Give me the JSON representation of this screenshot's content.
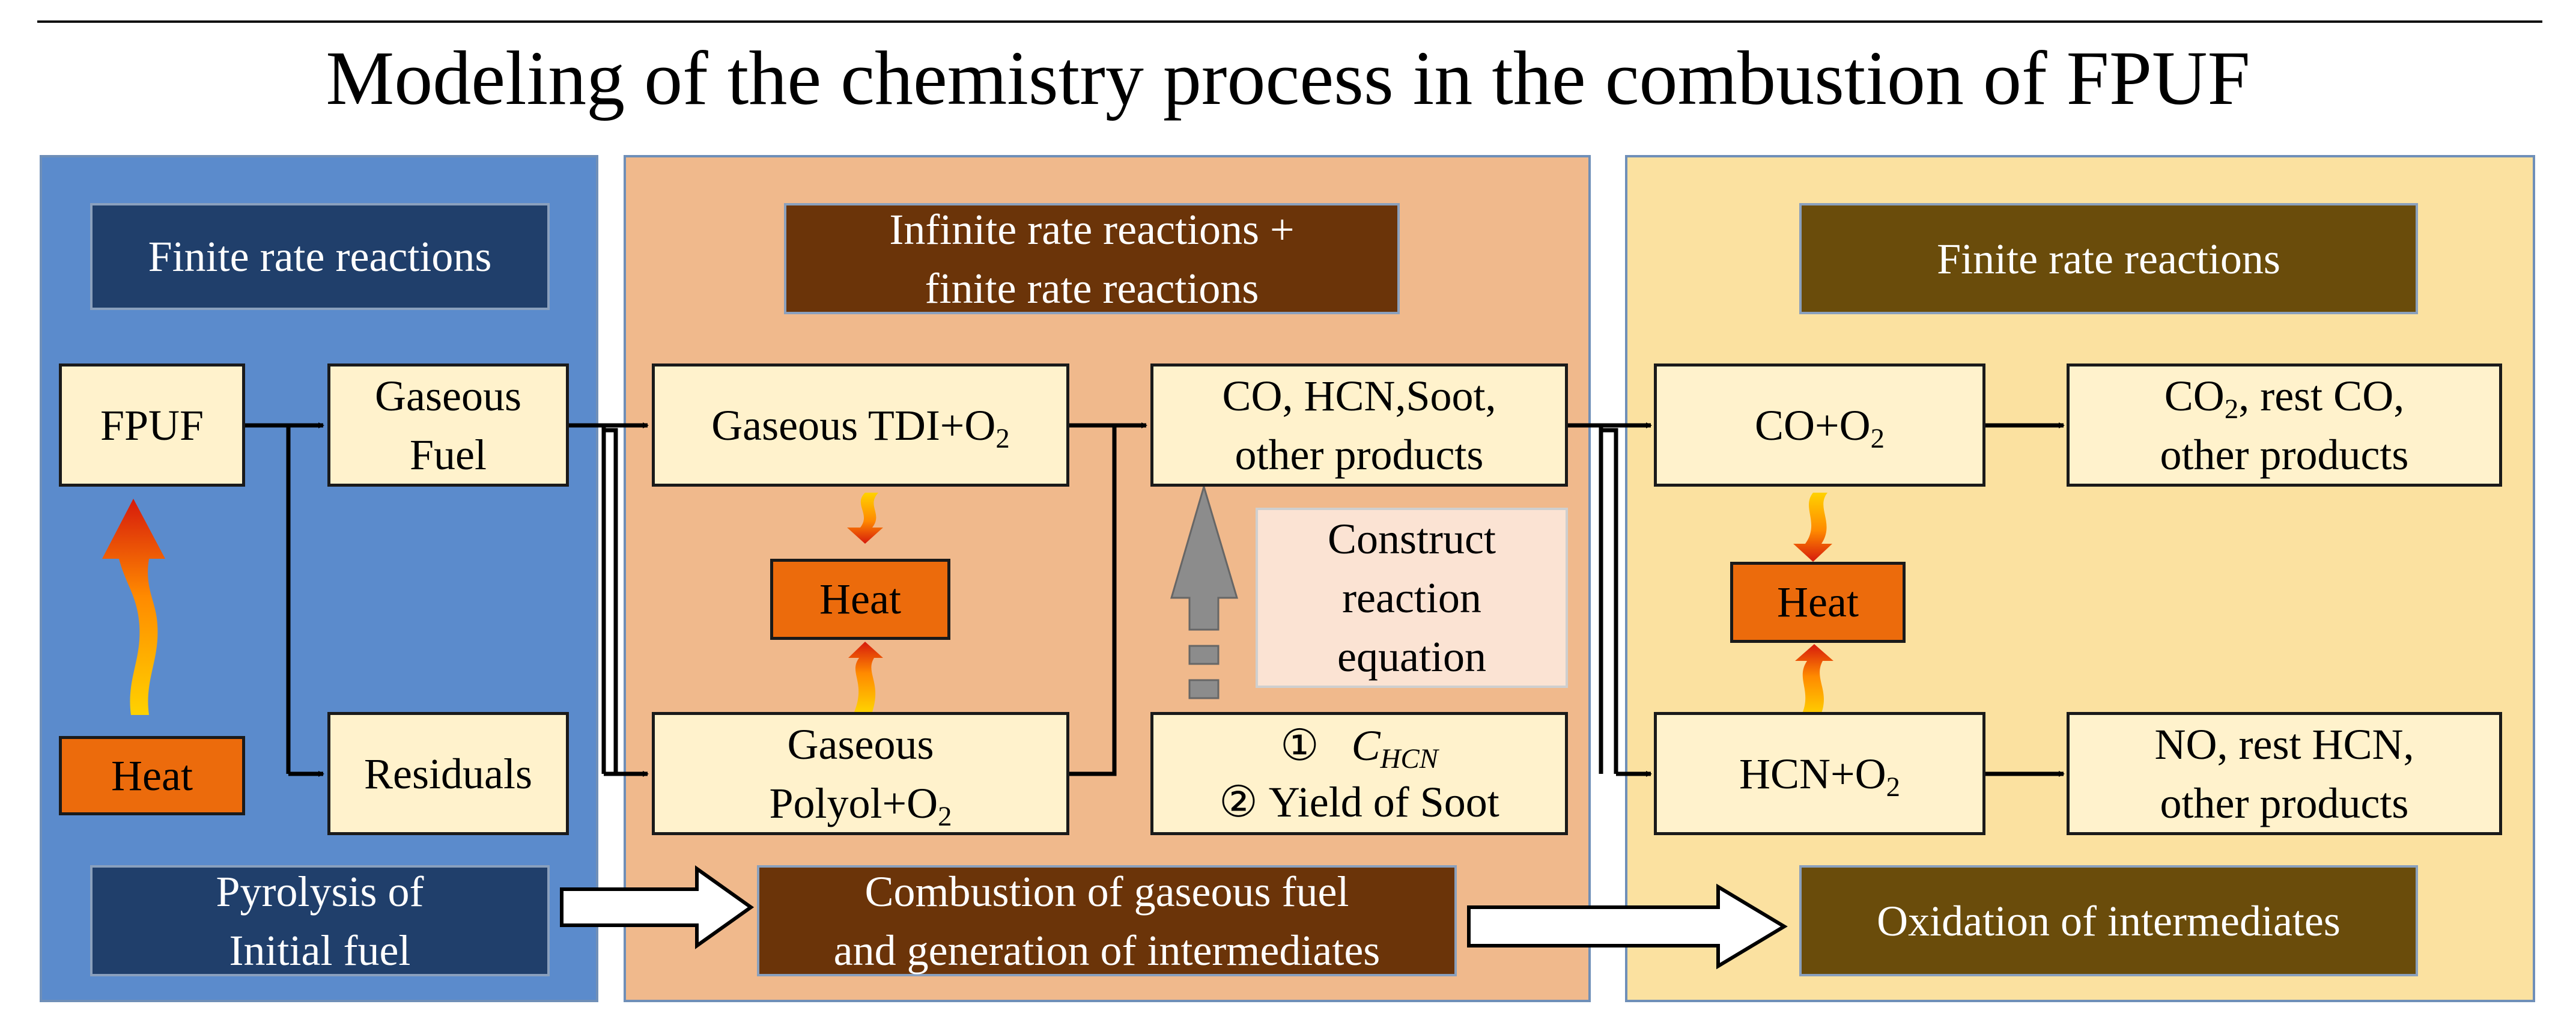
{
  "title": "Modeling of the chemistry process in the combustion of FPUF",
  "panels": {
    "pyrolysis": {
      "header": "Finite rate reactions",
      "nodes": {
        "fpuf": "FPUF",
        "gaseous_fuel_1": "Gaseous",
        "gaseous_fuel_2": "Fuel",
        "residuals": "Residuals",
        "heat": "Heat"
      },
      "footer_1": "Pyrolysis of",
      "footer_2": "Initial fuel"
    },
    "combustion": {
      "header_1": "Infinite rate reactions +",
      "header_2": "finite rate reactions",
      "nodes": {
        "tdi_text": "Gaseous TDI+O",
        "tdi_sub": "2",
        "polyol_1": "Gaseous",
        "polyol_2_text": "Polyol+O",
        "polyol_2_sub": "2",
        "heat": "Heat",
        "products_1": "CO, HCN,Soot,",
        "products_2": "other products",
        "construct_1": "Construct",
        "construct_2": "reaction",
        "construct_3": "equation",
        "item1_marker": "①",
        "item1_main": "C",
        "item1_sub": "HCN",
        "item2_marker": "②",
        "item2_text": "Yield of Soot"
      },
      "footer_1": "Combustion of gaseous fuel",
      "footer_2": "and generation of  intermediates"
    },
    "oxidation": {
      "header": "Finite rate reactions",
      "nodes": {
        "co_text": "CO+O",
        "co_sub": "2",
        "hcn_text": "HCN+O",
        "hcn_sub": "2",
        "heat": "Heat",
        "co_products_1a": "CO",
        "co_products_1sub": "2",
        "co_products_1b": ", rest CO,",
        "co_products_2": "other products",
        "no_products_1": "NO, rest HCN,",
        "no_products_2": "other products"
      },
      "footer": "Oxidation of intermediates"
    }
  }
}
